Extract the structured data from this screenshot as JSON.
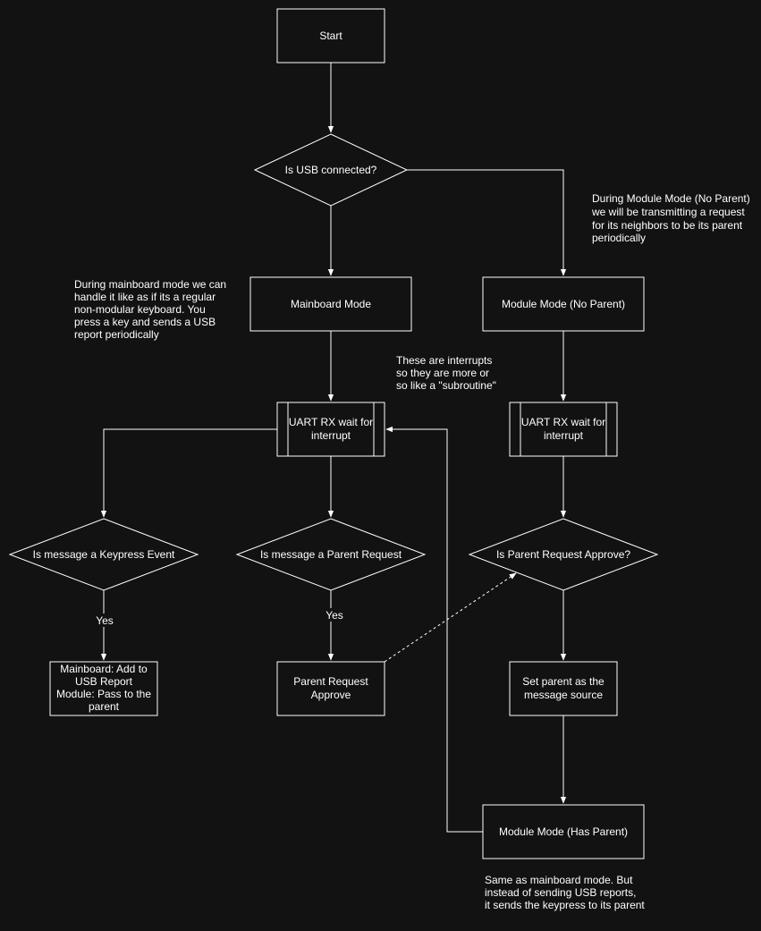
{
  "nodes": {
    "start": "Start",
    "usb_check": "Is USB connected?",
    "mainboard_mode": "Mainboard Mode",
    "module_mode_no_parent": "Module Mode (No Parent)",
    "uart_rx_left": [
      "UART RX wait for",
      "interrupt"
    ],
    "uart_rx_right": [
      "UART RX wait for",
      "interrupt"
    ],
    "keypress_check": "Is message a Keypress Event",
    "parent_request_check": "Is message a Parent Request",
    "parent_approve_check": "Is Parent Request Approve?",
    "add_to_report": [
      "Mainboard: Add to",
      "USB Report",
      "Module: Pass to the",
      "parent"
    ],
    "parent_request_approve": [
      "Parent Request",
      "Approve"
    ],
    "set_parent": [
      "Set parent as the",
      "message source"
    ],
    "module_mode_has_parent": "Module Mode (Has Parent)"
  },
  "edge_labels": {
    "keypress_yes": "Yes",
    "parent_request_yes": "Yes"
  },
  "notes": {
    "mainboard": [
      "During mainboard mode we can",
      "handle it like as if its a regular",
      "non-modular keyboard. You",
      "press a key and sends a USB",
      "report periodically"
    ],
    "module_no_parent": [
      "During Module Mode (No Parent)",
      "we will be transmitting a request",
      "for its neighbors to be its parent",
      "periodically"
    ],
    "interrupts": [
      "These are interrupts",
      "so they are more or",
      "so like a \"subroutine\""
    ],
    "has_parent": [
      "Same as mainboard mode. But",
      "instead of sending USB reports,",
      "it sends the keypress to its parent"
    ]
  }
}
